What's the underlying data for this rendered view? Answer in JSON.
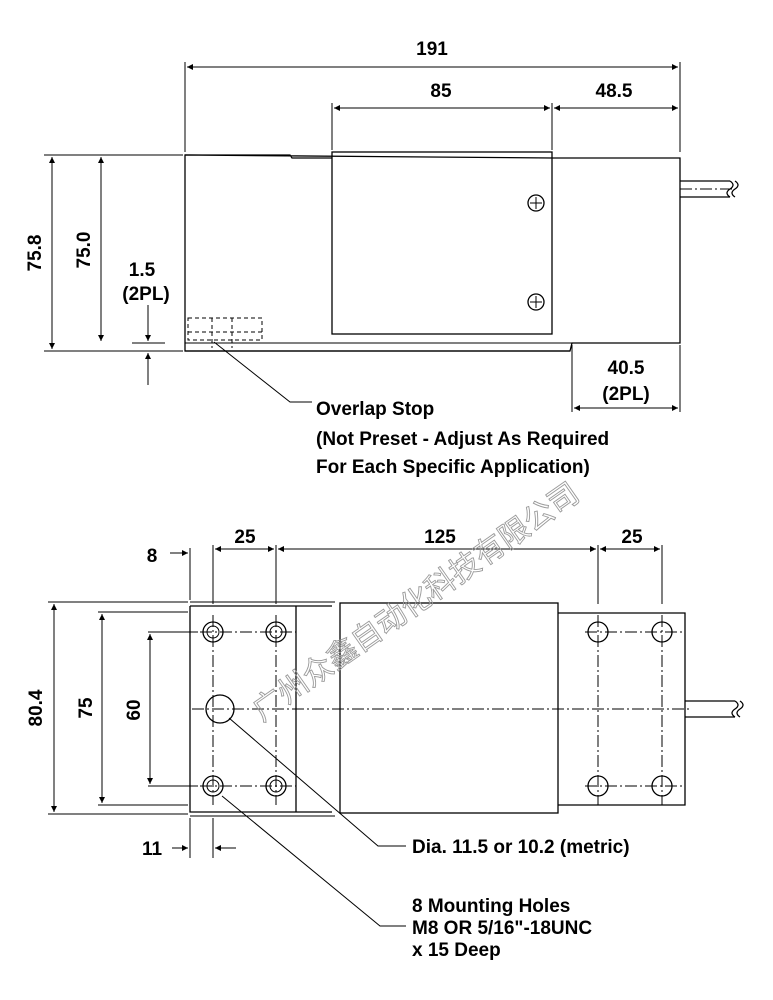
{
  "top_view": {
    "dims": {
      "overall_length": "191",
      "center_section": "85",
      "end_offset": "48.5",
      "height_outer": "75.8",
      "height_inner": "75.0",
      "gap": "1.5",
      "gap_qty": "(2PL)",
      "mount_length": "40.5",
      "mount_qty": "(2PL)"
    },
    "overlap_note": {
      "line1": "Overlap Stop",
      "line2": "(Not Preset - Adjust As Required",
      "line3": "For Each Specific Application)"
    }
  },
  "bottom_view": {
    "dims": {
      "edge_offset": "8",
      "hole_pitch_left": "25",
      "hole_span": "125",
      "hole_pitch_right": "25",
      "width_outer": "80.4",
      "width_inner": "75",
      "hole_pitch_vertical": "60",
      "hole_offset": "11"
    },
    "hole_note": "Dia. 11.5 or 10.2 (metric)",
    "mounting_note": {
      "line1": "8 Mounting Holes",
      "line2": "M8 OR 5/16\"-18UNC",
      "line3": "x 15 Deep"
    }
  },
  "watermark": "广州众鑫自动化科技有限公司"
}
